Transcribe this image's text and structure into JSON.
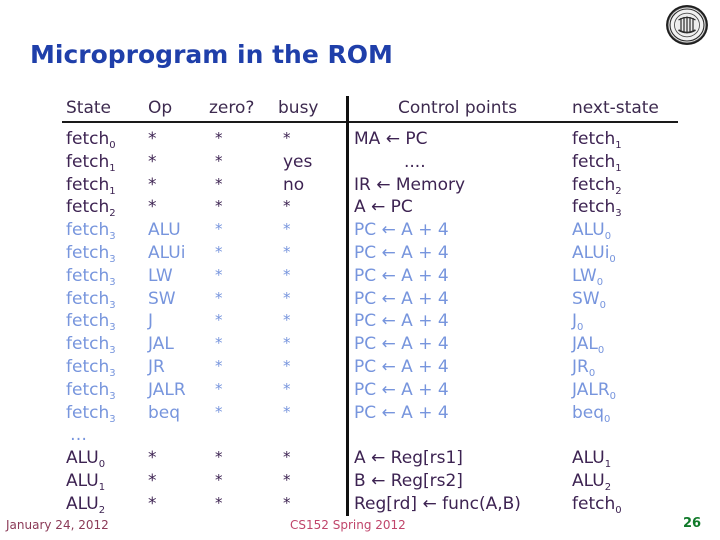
{
  "slide": {
    "title": "Microprogram in the ROM",
    "logo_icon": "mit-seal-icon",
    "title_color": "#1f3faa",
    "dark_row_color": "#3d2352",
    "blue_row_color": "#7795dd",
    "separator_color": "#101010"
  },
  "table": {
    "columns": [
      "State",
      "Op",
      "zero?",
      "busy",
      "Control points",
      "next-state"
    ],
    "rows": [
      {
        "state": "fetch",
        "sub": "0",
        "op": "*",
        "zero": "*",
        "busy": "*",
        "control": "MA ← PC",
        "control_indent": false,
        "next": "fetch",
        "next_sub": "1",
        "color": "dark"
      },
      {
        "state": "fetch",
        "sub": "1",
        "op": "*",
        "zero": "*",
        "busy": "yes",
        "control": "....",
        "control_indent": true,
        "next": "fetch",
        "next_sub": "1",
        "color": "dark"
      },
      {
        "state": "fetch",
        "sub": "1",
        "op": "*",
        "zero": "*",
        "busy": "no",
        "control": "IR ← Memory",
        "control_indent": false,
        "next": "fetch",
        "next_sub": "2",
        "color": "dark"
      },
      {
        "state": "fetch",
        "sub": "2",
        "op": "*",
        "zero": "*",
        "busy": "*",
        "control": "A ← PC",
        "control_indent": false,
        "next": "fetch",
        "next_sub": "3",
        "color": "dark"
      },
      {
        "state": "fetch",
        "sub": "3",
        "op": "ALU",
        "zero": "*",
        "busy": "*",
        "control": "PC ← A + 4",
        "control_indent": false,
        "next": "ALU",
        "next_sub": "0",
        "color": "blue"
      },
      {
        "state": "fetch",
        "sub": "3",
        "op": "ALUi",
        "zero": "*",
        "busy": "*",
        "control": "PC ← A + 4",
        "control_indent": false,
        "next": "ALUi",
        "next_sub": "0",
        "color": "blue"
      },
      {
        "state": "fetch",
        "sub": "3",
        "op": "LW",
        "zero": "*",
        "busy": "*",
        "control": "PC ← A + 4",
        "control_indent": false,
        "next": "LW",
        "next_sub": "0",
        "color": "blue"
      },
      {
        "state": "fetch",
        "sub": "3",
        "op": "SW",
        "zero": "*",
        "busy": "*",
        "control": "PC ← A + 4",
        "control_indent": false,
        "next": "SW",
        "next_sub": "0",
        "color": "blue"
      },
      {
        "state": "fetch",
        "sub": "3",
        "op": "J",
        "zero": "*",
        "busy": "*",
        "control": "PC ← A + 4",
        "control_indent": false,
        "next": "J",
        "next_sub": "0",
        "color": "blue"
      },
      {
        "state": "fetch",
        "sub": "3",
        "op": "JAL",
        "zero": "*",
        "busy": "*",
        "control": "PC ← A + 4",
        "control_indent": false,
        "next": "JAL",
        "next_sub": "0",
        "color": "blue"
      },
      {
        "state": "fetch",
        "sub": "3",
        "op": "JR",
        "zero": "*",
        "busy": "*",
        "control": "PC ← A + 4",
        "control_indent": false,
        "next": "JR",
        "next_sub": "0",
        "color": "blue"
      },
      {
        "state": "fetch",
        "sub": "3",
        "op": "JALR",
        "zero": "*",
        "busy": "*",
        "control": "PC ← A + 4",
        "control_indent": false,
        "next": "JALR",
        "next_sub": "0",
        "color": "blue"
      },
      {
        "state": "fetch",
        "sub": "3",
        "op": "beq",
        "zero": "*",
        "busy": "*",
        "control": "PC ← A + 4",
        "control_indent": false,
        "next": "beq",
        "next_sub": "0",
        "color": "blue"
      },
      {
        "state": "…",
        "sub": "",
        "op": "",
        "zero": "",
        "busy": "",
        "control": "",
        "control_indent": false,
        "next": "",
        "next_sub": "",
        "color": "blue"
      },
      {
        "state": "ALU",
        "sub": "0",
        "op": "*",
        "zero": "*",
        "busy": "*",
        "control": "A ← Reg[rs1]",
        "control_indent": false,
        "next": "ALU",
        "next_sub": "1",
        "color": "dark"
      },
      {
        "state": "ALU",
        "sub": "1",
        "op": "*",
        "zero": "*",
        "busy": "*",
        "control": "B ← Reg[rs2]",
        "control_indent": false,
        "next": "ALU",
        "next_sub": "2",
        "color": "dark"
      },
      {
        "state": "ALU",
        "sub": "2",
        "op": "*",
        "zero": "*",
        "busy": "*",
        "control": "Reg[rd] ← func(A,B)",
        "control_indent": false,
        "next": "fetch",
        "next_sub": "0",
        "color": "dark"
      }
    ]
  },
  "footer": {
    "date": "January 24, 2012",
    "course": "CS152 Spring 2012",
    "page": "26"
  }
}
